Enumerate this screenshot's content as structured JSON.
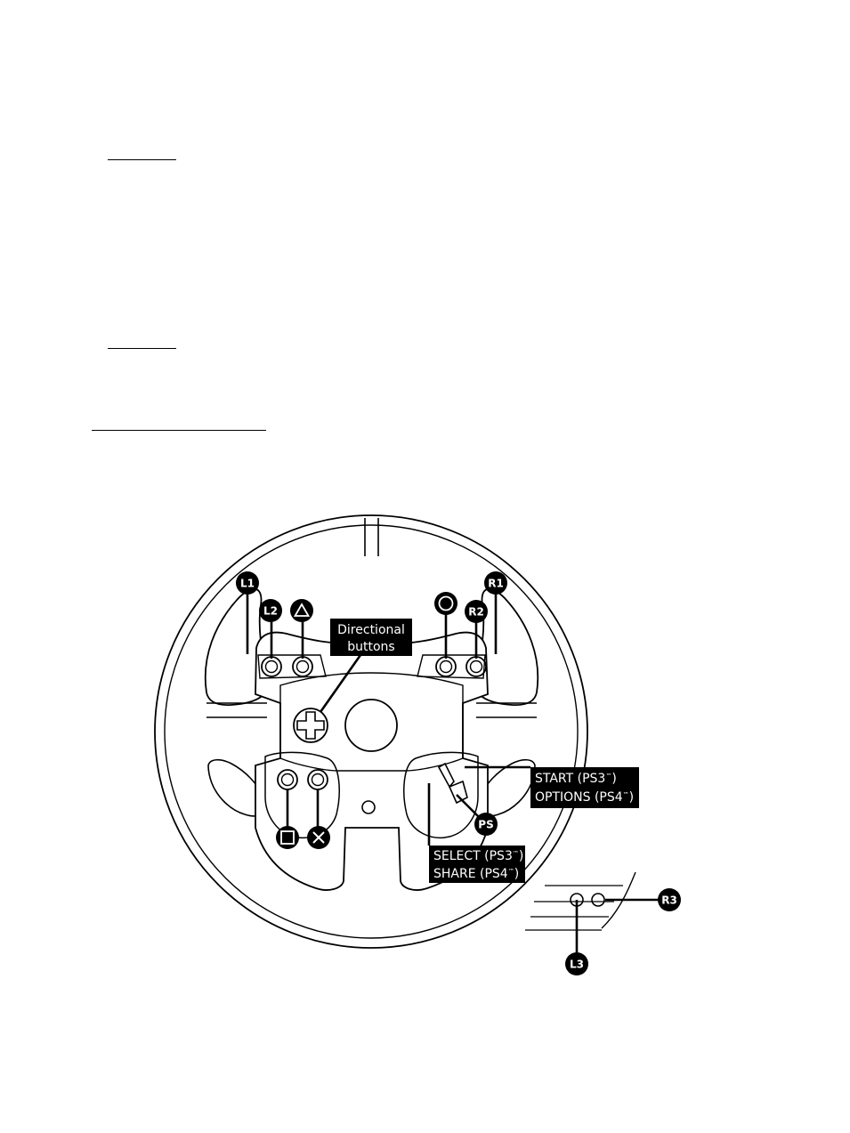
{
  "labels": {
    "l1": "L1",
    "r1": "R1",
    "l2": "L2",
    "r2": "R2",
    "ps": "PS",
    "l3": "L3",
    "r3": "R3",
    "directional_line1": "Directional",
    "directional_line2": "buttons",
    "start_ps3": "START (PS3",
    "options_ps4": "OPTIONS (PS4",
    "select_ps3": "SELECT (PS3",
    "share_ps4": "SHARE (PS4",
    "tm": "™",
    "close_paren": ")"
  },
  "icons": [
    "triangle-icon",
    "circle-icon",
    "square-icon",
    "cross-icon",
    "d-pad-icon"
  ],
  "colors": {
    "ink": "#000000",
    "paper": "#ffffff"
  }
}
